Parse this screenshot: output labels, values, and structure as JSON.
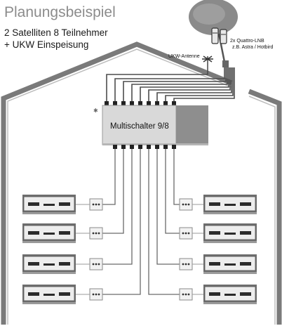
{
  "title": "Planungsbeispiel",
  "subtitle_line1": "2 Satelliten 8 Teilnehmer",
  "subtitle_line2": "+ UKW Einspeisung",
  "switch_label": "Multischalter 9/8",
  "antenna_label": "UKW-Antenne",
  "lnb_label_line1": "2x Quattro-LNB",
  "lnb_label_line2": "z.B. Astra / Hotbird",
  "receiver_count": 8,
  "wall_socket_count": 8,
  "switch_inputs": 9,
  "switch_outputs": 8,
  "colors": {
    "title": "#8c8c8c",
    "house_line": "#7a7a7a",
    "cable": "#4d4d4d",
    "switch_body": "#d9d9d9",
    "switch_panel": "#8e8e8e",
    "receiver_body": "#6e6e6e",
    "dish": "#8a8a8a"
  },
  "icons": [
    "satellite-dish-icon",
    "lnb-icon",
    "fm-antenna-icon",
    "multiswitch-icon",
    "wall-socket-icon",
    "receiver-icon"
  ]
}
